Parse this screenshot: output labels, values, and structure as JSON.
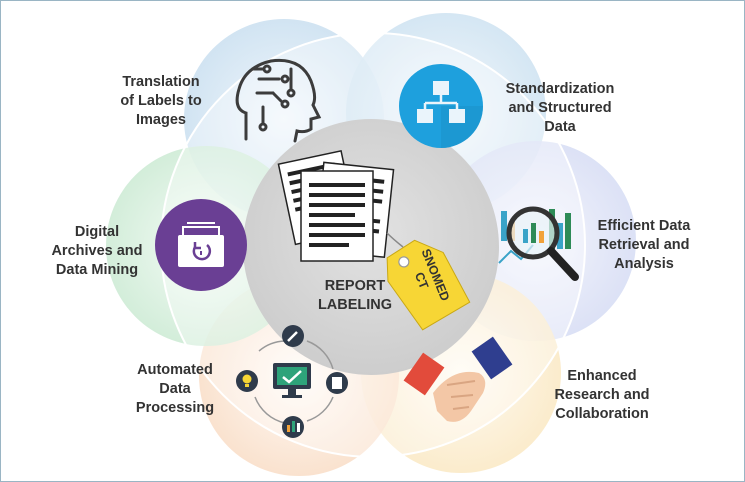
{
  "center": {
    "label": "REPORT\nLABELING",
    "tag_text": "SNOMED\nCT"
  },
  "features": [
    {
      "id": "translation",
      "label": "Translation\nof Labels to\nImages",
      "icon": "brain-circuit-icon"
    },
    {
      "id": "standardization",
      "label": "Standardization\nand Structured\nData",
      "icon": "hierarchy-icon"
    },
    {
      "id": "retrieval",
      "label": "Efficient Data\nRetrieval and\nAnalysis",
      "icon": "magnifier-chart-icon"
    },
    {
      "id": "research",
      "label": "Enhanced\nResearch and\nCollaboration",
      "icon": "handshake-icon"
    },
    {
      "id": "automated",
      "label": "Automated\nData\nProcessing",
      "icon": "monitor-cycle-icon"
    },
    {
      "id": "archives",
      "label": "Digital\nArchives and\nData Mining",
      "icon": "archive-box-icon"
    }
  ],
  "colors": {
    "blue_circle": "#cfe3f2",
    "sky_circle": "#d4e7f3",
    "lavender_circle": "#dfe4f6",
    "yellow_circle": "#fbeed0",
    "orange_circle": "#fbe3d0",
    "green_circle": "#d5eedb",
    "center_circle": "#d6d6d6",
    "tag": "#f7d635",
    "purple": "#6a3f94",
    "accent_blue": "#1ea0dd"
  }
}
